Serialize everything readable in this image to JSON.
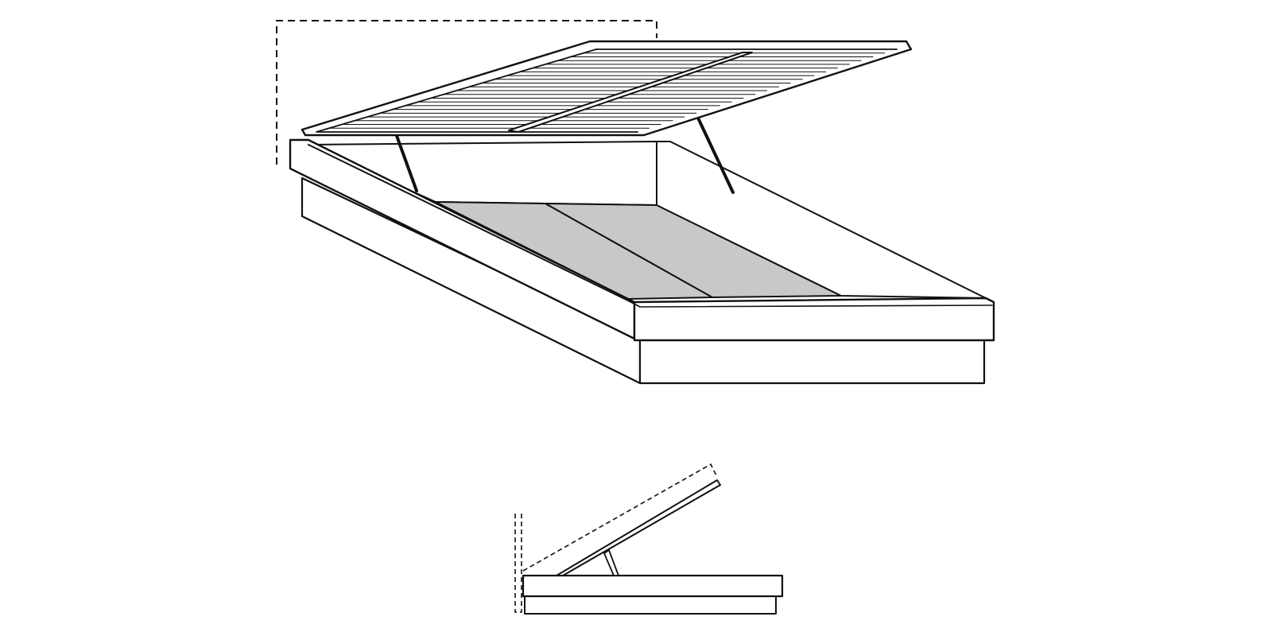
{
  "figure": {
    "subject": "bed-frame-with-lift-up-storage",
    "colors": {
      "line": "#111111",
      "background": "#ffffff",
      "storage_base": "#c8c8c8"
    },
    "views": [
      {
        "name": "perspective-view",
        "state": "lid-open"
      },
      {
        "name": "side-view",
        "state": "lid-open"
      }
    ]
  }
}
